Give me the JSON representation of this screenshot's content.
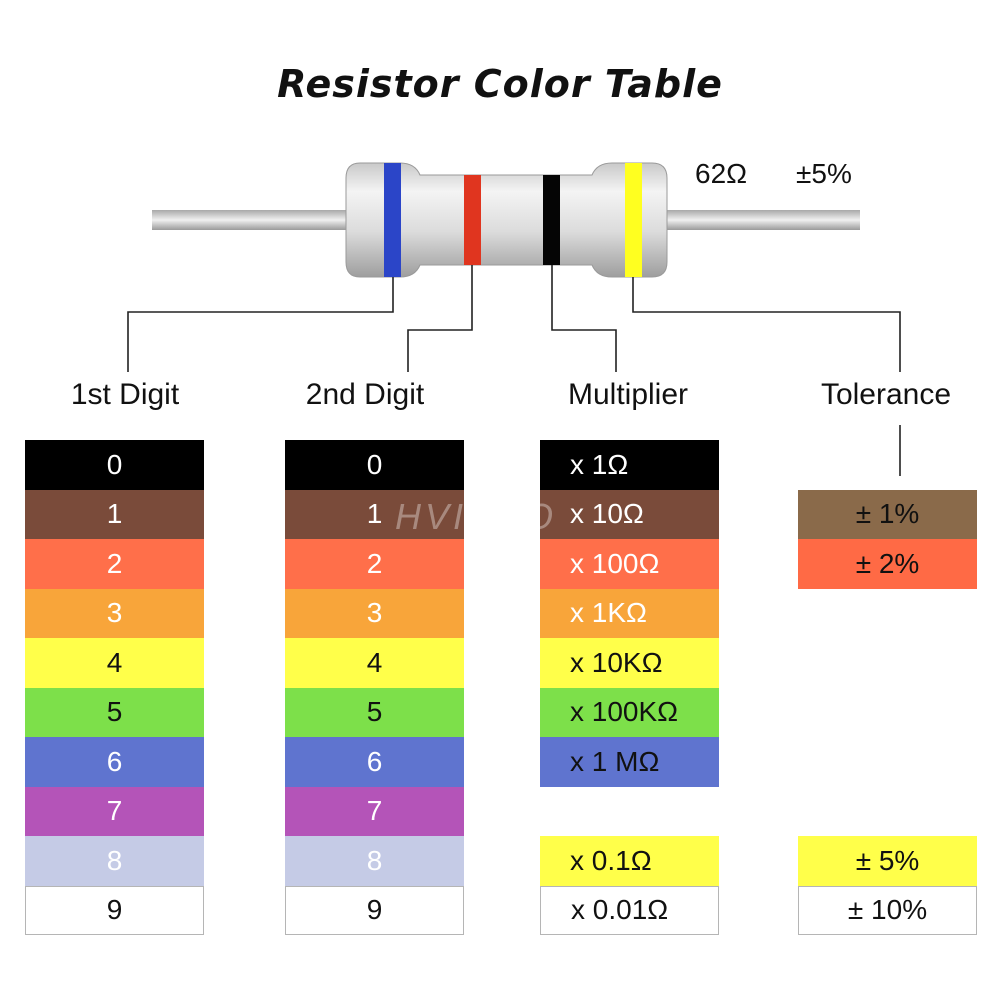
{
  "title": "Resistor Color Table",
  "example": {
    "value": "62Ω",
    "tolerance": "±5%"
  },
  "headers": {
    "first_digit": "1st Digit",
    "second_digit": "2nd Digit",
    "multiplier": "Multiplier",
    "tolerance": "Tolerance"
  },
  "watermark": "HVIERO",
  "colors": {
    "black": "#000000",
    "brown": "#7a4b3a",
    "red": "#ff6f4a",
    "orange": "#f8a53a",
    "yellow": "#ffff4a",
    "green": "#7de04a",
    "blue": "#5f74cf",
    "violet": "#b454b8",
    "grey": "#c5cbe6",
    "white": "#ffffff",
    "tolerance_brown": "#8a6a4a",
    "tolerance_red": "#ff6a45"
  },
  "first_digit": [
    {
      "label": "0",
      "color": "#000000",
      "text": "#ffffff"
    },
    {
      "label": "1",
      "color": "#7a4b3a",
      "text": "#ffffff"
    },
    {
      "label": "2",
      "color": "#ff6f4a",
      "text": "#ffffff"
    },
    {
      "label": "3",
      "color": "#f8a53a",
      "text": "#ffffff"
    },
    {
      "label": "4",
      "color": "#ffff4a",
      "text": "#111111"
    },
    {
      "label": "5",
      "color": "#7de04a",
      "text": "#111111"
    },
    {
      "label": "6",
      "color": "#5f74cf",
      "text": "#ffffff"
    },
    {
      "label": "7",
      "color": "#b454b8",
      "text": "#ffffff"
    },
    {
      "label": "8",
      "color": "#c5cbe6",
      "text": "#ffffff"
    },
    {
      "label": "9",
      "color": "#ffffff",
      "text": "#111111",
      "outline": true
    }
  ],
  "second_digit": [
    {
      "label": "0",
      "color": "#000000",
      "text": "#ffffff"
    },
    {
      "label": "1",
      "color": "#7a4b3a",
      "text": "#ffffff"
    },
    {
      "label": "2",
      "color": "#ff6f4a",
      "text": "#ffffff"
    },
    {
      "label": "3",
      "color": "#f8a53a",
      "text": "#ffffff"
    },
    {
      "label": "4",
      "color": "#ffff4a",
      "text": "#111111"
    },
    {
      "label": "5",
      "color": "#7de04a",
      "text": "#111111"
    },
    {
      "label": "6",
      "color": "#5f74cf",
      "text": "#ffffff"
    },
    {
      "label": "7",
      "color": "#b454b8",
      "text": "#ffffff"
    },
    {
      "label": "8",
      "color": "#c5cbe6",
      "text": "#ffffff"
    },
    {
      "label": "9",
      "color": "#ffffff",
      "text": "#111111",
      "outline": true
    }
  ],
  "multiplier": [
    {
      "label": "x 1Ω",
      "color": "#000000",
      "text": "#ffffff"
    },
    {
      "label": "x 10Ω",
      "color": "#7a4b3a",
      "text": "#ffffff"
    },
    {
      "label": "x 100Ω",
      "color": "#ff6f4a",
      "text": "#ffffff"
    },
    {
      "label": "x 1KΩ",
      "color": "#f8a53a",
      "text": "#ffffff"
    },
    {
      "label": "x 10KΩ",
      "color": "#ffff4a",
      "text": "#111111"
    },
    {
      "label": "x 100KΩ",
      "color": "#7de04a",
      "text": "#111111"
    },
    {
      "label": "x 1 MΩ",
      "color": "#5f74cf",
      "text": "#111111"
    },
    {
      "label": "",
      "blank": true
    },
    {
      "label": "x 0.1Ω",
      "color": "#ffff4a",
      "text": "#111111"
    },
    {
      "label": "x 0.01Ω",
      "color": "#ffffff",
      "text": "#111111",
      "outline": true
    }
  ],
  "tolerance": [
    {
      "label": "",
      "blank": true
    },
    {
      "label": "± 1%",
      "color": "#8a6a4a",
      "text": "#111111"
    },
    {
      "label": "± 2%",
      "color": "#ff6a45",
      "text": "#111111"
    },
    {
      "label": "",
      "blank": true
    },
    {
      "label": "",
      "blank": true
    },
    {
      "label": "",
      "blank": true
    },
    {
      "label": "",
      "blank": true
    },
    {
      "label": "",
      "blank": true
    },
    {
      "label": "± 5%",
      "color": "#ffff4a",
      "text": "#111111"
    },
    {
      "label": "± 10%",
      "color": "#ffffff",
      "text": "#111111",
      "outline": true
    }
  ],
  "resistor_bands": [
    "#2b45c8",
    "#e0351f",
    "#050505",
    "#ffff20"
  ]
}
